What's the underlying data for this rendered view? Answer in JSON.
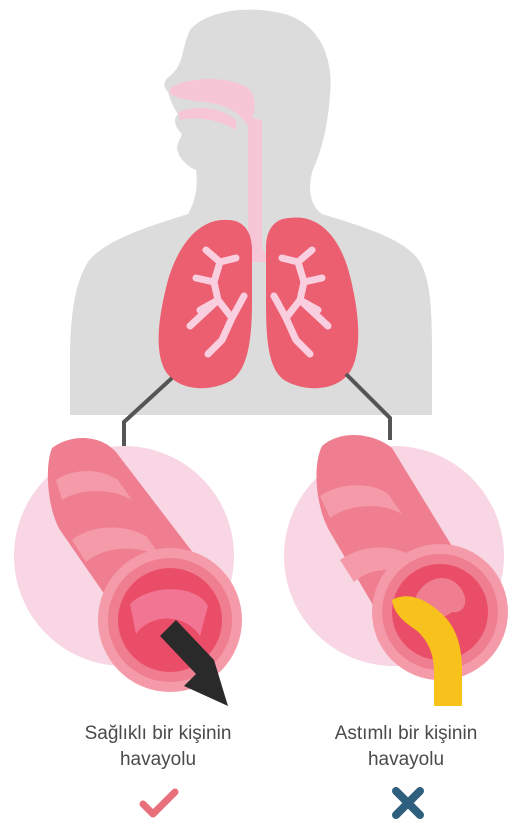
{
  "healthy": {
    "caption_line1": "Sağlıklı bir kişinin",
    "caption_line2": "havayolu",
    "icon": "check-icon",
    "icon_color": "#e8707a"
  },
  "asthma": {
    "caption_line1": "Astımlı bir kişinin",
    "caption_line2": "havayolu",
    "icon": "cross-icon",
    "icon_color": "#2f5f7f"
  },
  "colors": {
    "body": "#dcdcdc",
    "airway_tract": "#f6c6d6",
    "lung": "#ec5f70",
    "lung_outline": "#d24b5c",
    "bronchi": "#f9cfe0",
    "circle_bg": "#f8d6e4",
    "tube": "#ef7f90",
    "tube_light": "#f59aa8",
    "tube_inner": "#ea4d67",
    "mucus": "#f7c21c",
    "connector": "#555555"
  }
}
